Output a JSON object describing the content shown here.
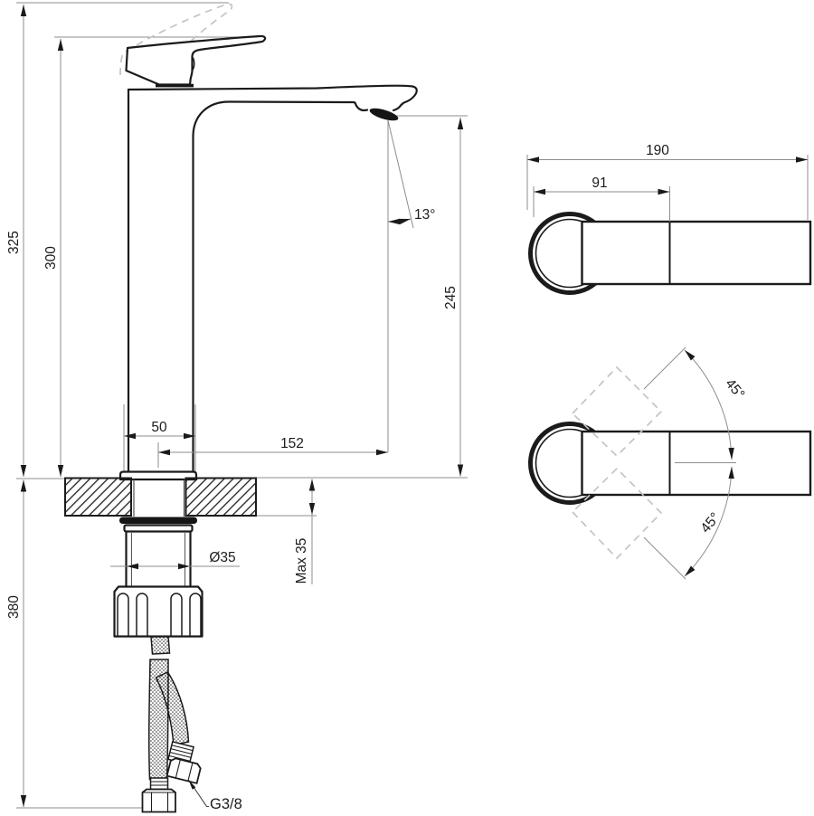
{
  "drawing": {
    "side": {
      "height_total_open": "325",
      "height_overall": "300",
      "height_below_deck": "380",
      "base_width": "50",
      "spout_reach": "152",
      "spout_outlet_height": "245",
      "stream_angle": "13°",
      "shank_diameter": "Ø35",
      "max_deck_thickness": "Max 35",
      "hose_thread": "G3/8"
    },
    "top": {
      "overall_length": "190",
      "body_length": "91"
    },
    "swivel": {
      "angle_up": "45°",
      "angle_down": "45°"
    },
    "colors": {
      "outline": "#1b1b1b",
      "dimension_line": "#8d8d8d",
      "dashed_ghost": "#c4c4c4",
      "background": "#ffffff"
    }
  }
}
